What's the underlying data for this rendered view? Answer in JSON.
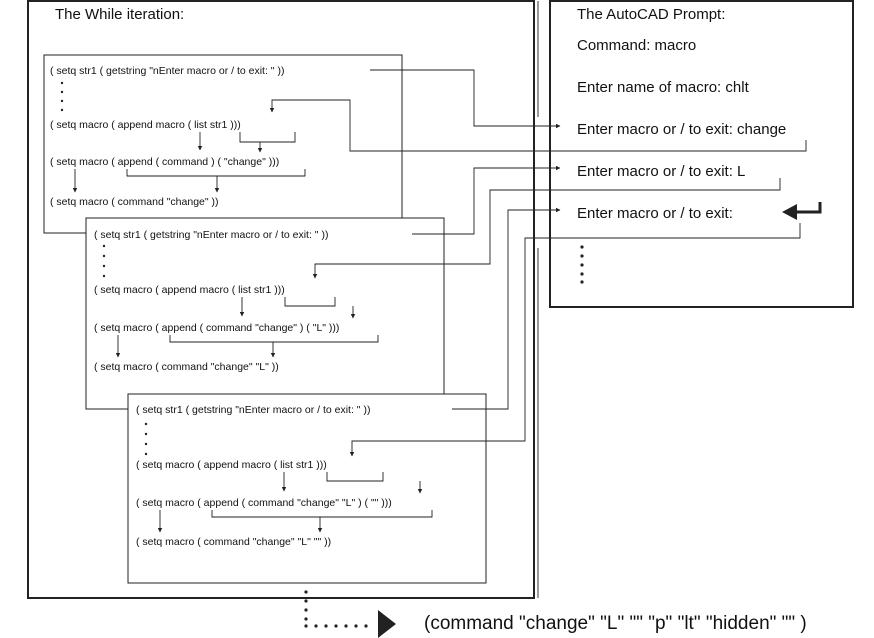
{
  "left_panel": {
    "title": "The While iteration:"
  },
  "right_panel": {
    "title": "The AutoCAD Prompt:",
    "lines": [
      "Command: macro",
      "Enter name of macro: chlt",
      "Enter macro or / to exit: change",
      "Enter macro or / to exit: L",
      "Enter macro or / to exit:"
    ]
  },
  "iterations": [
    {
      "line1": "( setq   str1  (   getstring \"nEnter macro or / to exit: \"  ))",
      "line2": "( setq   macro ( append   macro   (  list   str1 )))",
      "line3": "( setq   macro ( append ( command )  ( \"change\" )))",
      "line4": "( setq   macro        ( command \"change\" ))"
    },
    {
      "line1": "( setq   str1  (   getstring \"nEnter macro or / to exit: \"  ))",
      "line2": "( setq   macro ( append    macro    (  list   str1 )))",
      "line3": "( setq   macro ( append (  command \"change\" )  ( \"L\" )))",
      "line4": "( setq   macro          ( command \"change\" \"L\" ))"
    },
    {
      "line1": "( setq   str1  (   getstring \"nEnter macro or / to exit: \"  ))",
      "line2": "( setq   macro ( append    macro    (  list   str1 )))",
      "line3": "( setq   macro ( append (  command \"change\" \"L\"  )  ( \"\" )))",
      "line4": "( setq   macro         (   command \"change\" \"L\" \"\"    ))"
    }
  ],
  "result": "(command \"change\" \"L\" \"\" \"p\" \"lt\" \"hidden\" \"\" )"
}
